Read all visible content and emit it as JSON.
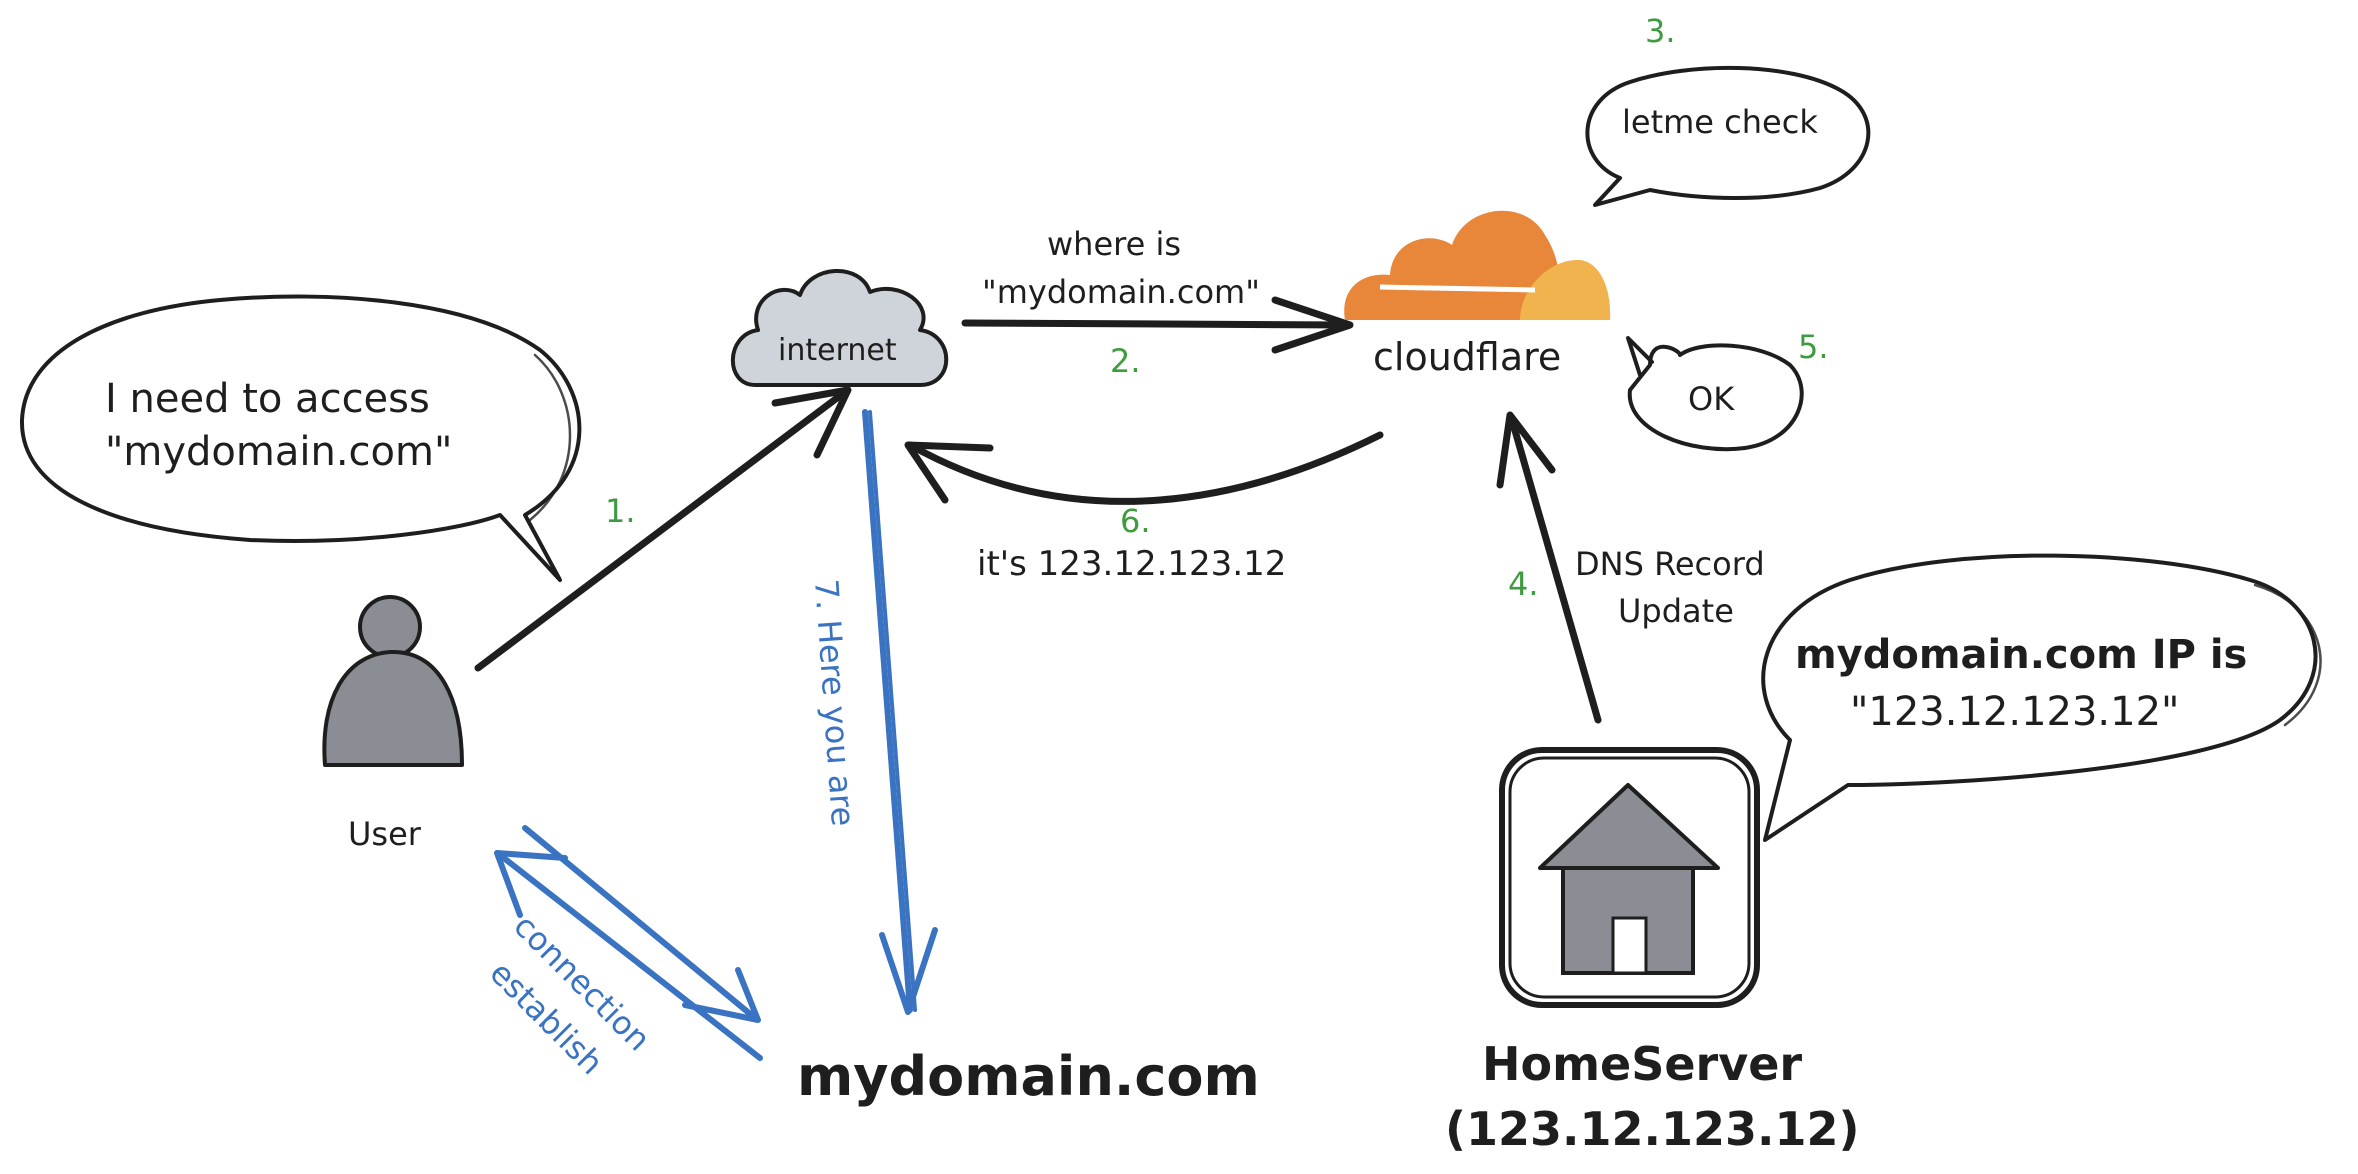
{
  "nodes": {
    "internet": "internet",
    "cloudflare": "cloudflare",
    "user": "User",
    "mydomain": "mydomain.com",
    "homeserver_name": "HomeServer",
    "homeserver_ip": "(123.12.123.12)"
  },
  "bubbles": {
    "user_line1": "I need to access",
    "user_line2": "\"mydomain.com\"",
    "cloudflare_check": "letme check",
    "cloudflare_ok": "OK",
    "server_line1": "mydomain.com IP is",
    "server_line2": "\"123.12.123.12\""
  },
  "edges": {
    "where_line1": "where is",
    "where_line2": "\"mydomain.com\"",
    "its_ip": "it's 123.12.123.12",
    "dns_line1": "DNS Record",
    "dns_line2": "Update",
    "here_you_are": "7. Here you are",
    "conn_line1": "connection",
    "conn_line2": "establish"
  },
  "steps": {
    "s1": "1.",
    "s2": "2.",
    "s3": "3.",
    "s4": "4.",
    "s5": "5.",
    "s6": "6."
  },
  "colors": {
    "ink": "#1e1e1e",
    "blue": "#3a73c2",
    "green": "#3f9b3f",
    "gray_fill": "#8a8d93",
    "cloud_gray": "#ced4da",
    "cloudflare_orange": "#e8873a",
    "cloudflare_light": "#f0b34e"
  }
}
